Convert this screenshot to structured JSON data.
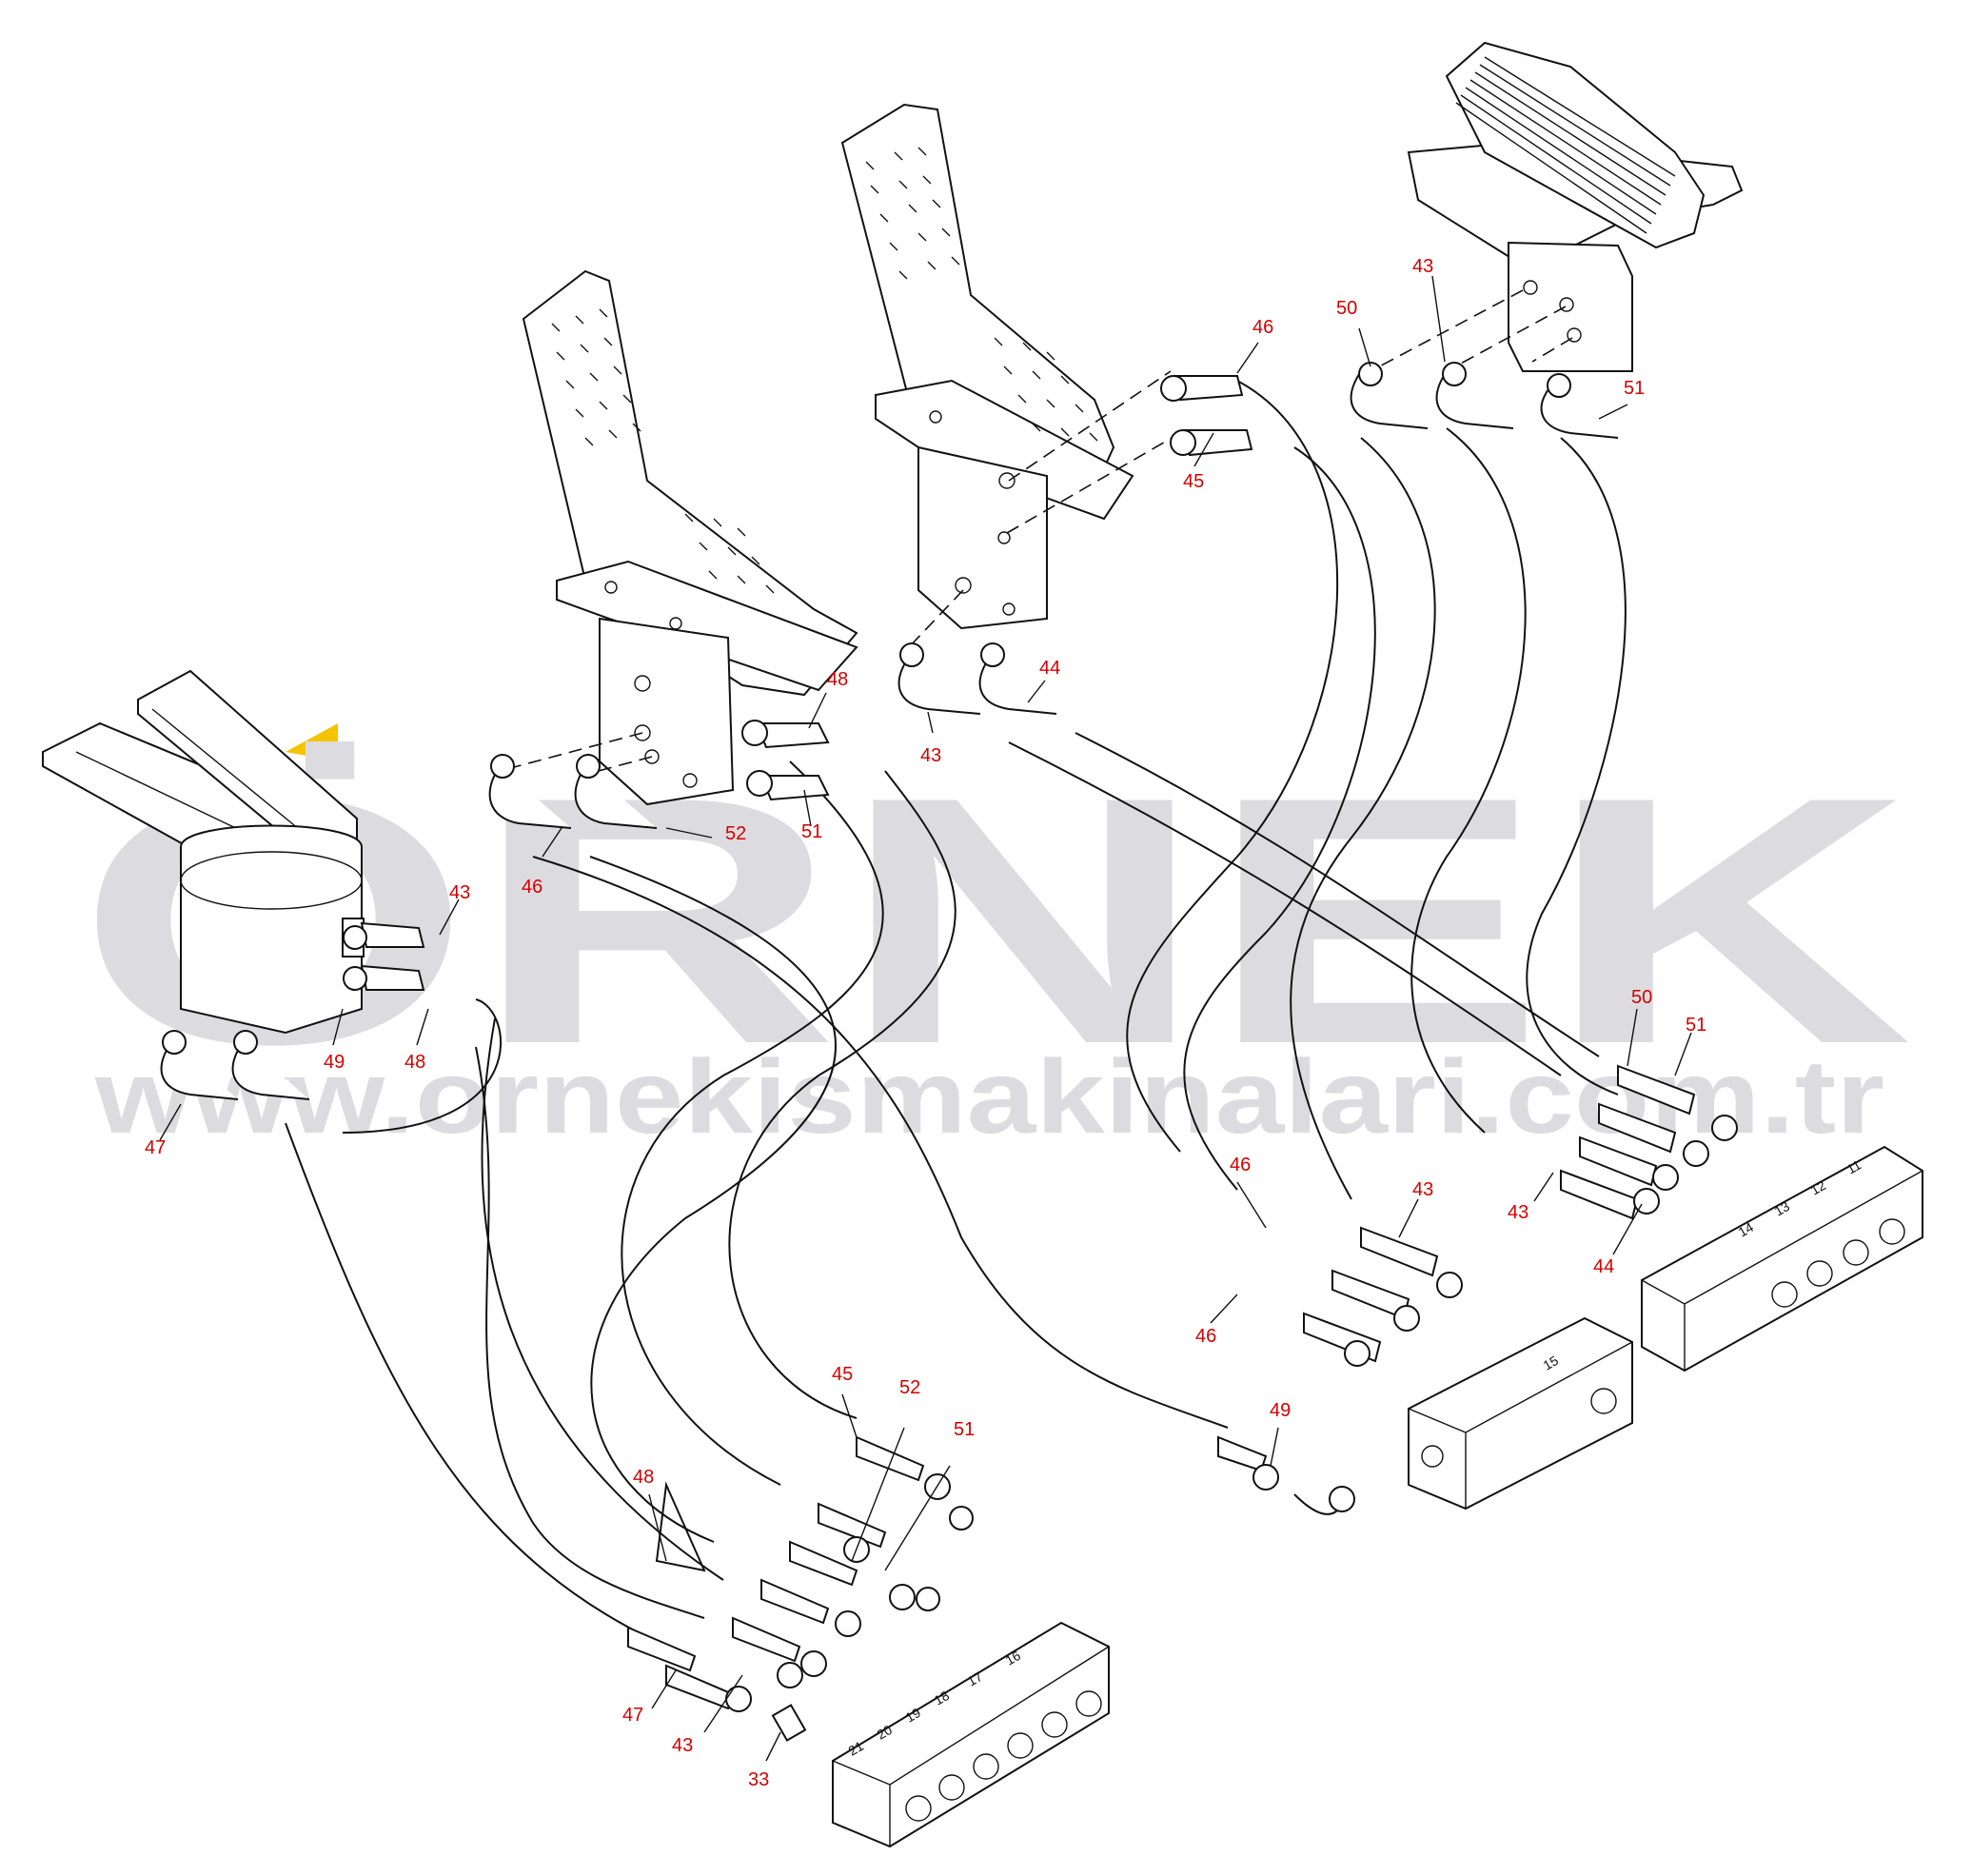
{
  "watermark": {
    "brand": "ÖRNEK",
    "url": "www.ornekismakinalari.com.tr",
    "accent_color": "#f5c400"
  },
  "callouts": [
    {
      "text": "43"
    },
    {
      "text": "50"
    },
    {
      "text": "51"
    },
    {
      "text": "46"
    },
    {
      "text": "45"
    },
    {
      "text": "44"
    },
    {
      "text": "43"
    },
    {
      "text": "48"
    },
    {
      "text": "51"
    },
    {
      "text": "52"
    },
    {
      "text": "46"
    },
    {
      "text": "43"
    },
    {
      "text": "49"
    },
    {
      "text": "48"
    },
    {
      "text": "47"
    },
    {
      "text": "50"
    },
    {
      "text": "51"
    },
    {
      "text": "43"
    },
    {
      "text": "44"
    },
    {
      "text": "46"
    },
    {
      "text": "43"
    },
    {
      "text": "46"
    },
    {
      "text": "49"
    },
    {
      "text": "45"
    },
    {
      "text": "52"
    },
    {
      "text": "51"
    },
    {
      "text": "48"
    },
    {
      "text": "47"
    },
    {
      "text": "43"
    },
    {
      "text": "33"
    }
  ],
  "ports": {
    "block_a": [
      "14",
      "13",
      "12",
      "11"
    ],
    "block_b": [
      "15"
    ],
    "block_c": [
      "21",
      "20",
      "19",
      "18",
      "17",
      "16"
    ]
  }
}
